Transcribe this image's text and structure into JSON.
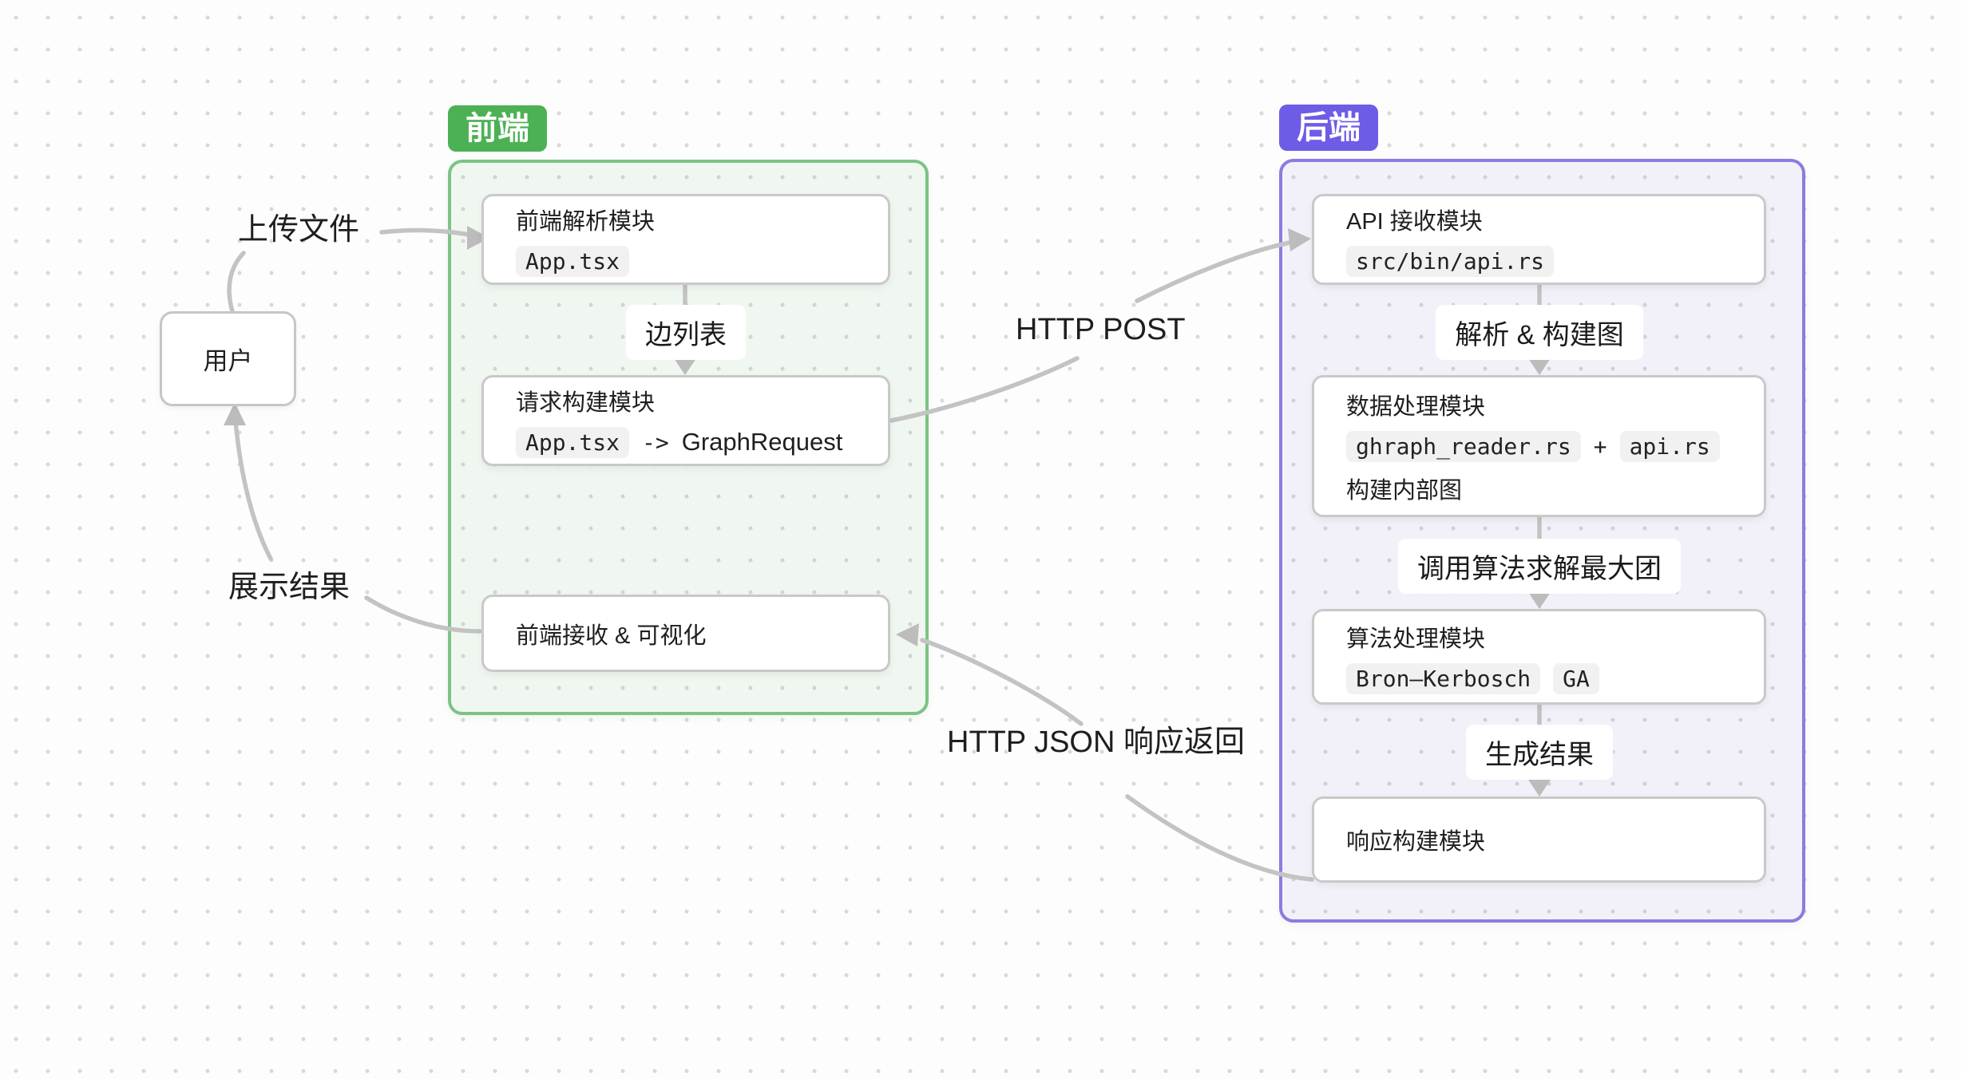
{
  "colors": {
    "canvas_bg": "#fdfdfd",
    "grid_dot": "#d9d9d9",
    "arrow": "#c3c3c3",
    "text": "#1f1f1f",
    "node_border": "#c9c9c9",
    "frontend_badge_bg": "#4cb154",
    "frontend_border": "#7cc384",
    "backend_badge_bg": "#6d5ce6",
    "backend_border": "#8a7ce0",
    "code_chip_bg": "#f1f1f2"
  },
  "user_node": {
    "label": "用户"
  },
  "flow_labels": {
    "upload": "上传文件",
    "display_result": "展示结果",
    "http_post": "HTTP POST",
    "http_json": "HTTP JSON 响应返回"
  },
  "frontend": {
    "badge": "前端",
    "step_labels": {
      "edge_list": "边列表"
    },
    "nodes": {
      "parser": {
        "title": "前端解析模块",
        "code": "App.tsx"
      },
      "builder": {
        "title": "请求构建模块",
        "code": "App.tsx",
        "arrow": "->",
        "type": "GraphRequest"
      },
      "receiver": {
        "title": "前端接收 & 可视化"
      }
    }
  },
  "backend": {
    "badge": "后端",
    "step_labels": {
      "parse_build": "解析 & 构建图",
      "invoke_algorithm": "调用算法求解最大团",
      "generate_result": "生成结果"
    },
    "nodes": {
      "api": {
        "title": "API 接收模块",
        "code": "src/bin/api.rs"
      },
      "processor": {
        "title": "数据处理模块",
        "code_left": "ghraph_reader.rs",
        "operator": "+",
        "code_right": "api.rs",
        "note": "构建内部图"
      },
      "algorithm": {
        "title": "算法处理模块",
        "code_left": "Bron–Kerbosch",
        "code_right": "GA"
      },
      "response": {
        "title": "响应构建模块"
      }
    }
  }
}
